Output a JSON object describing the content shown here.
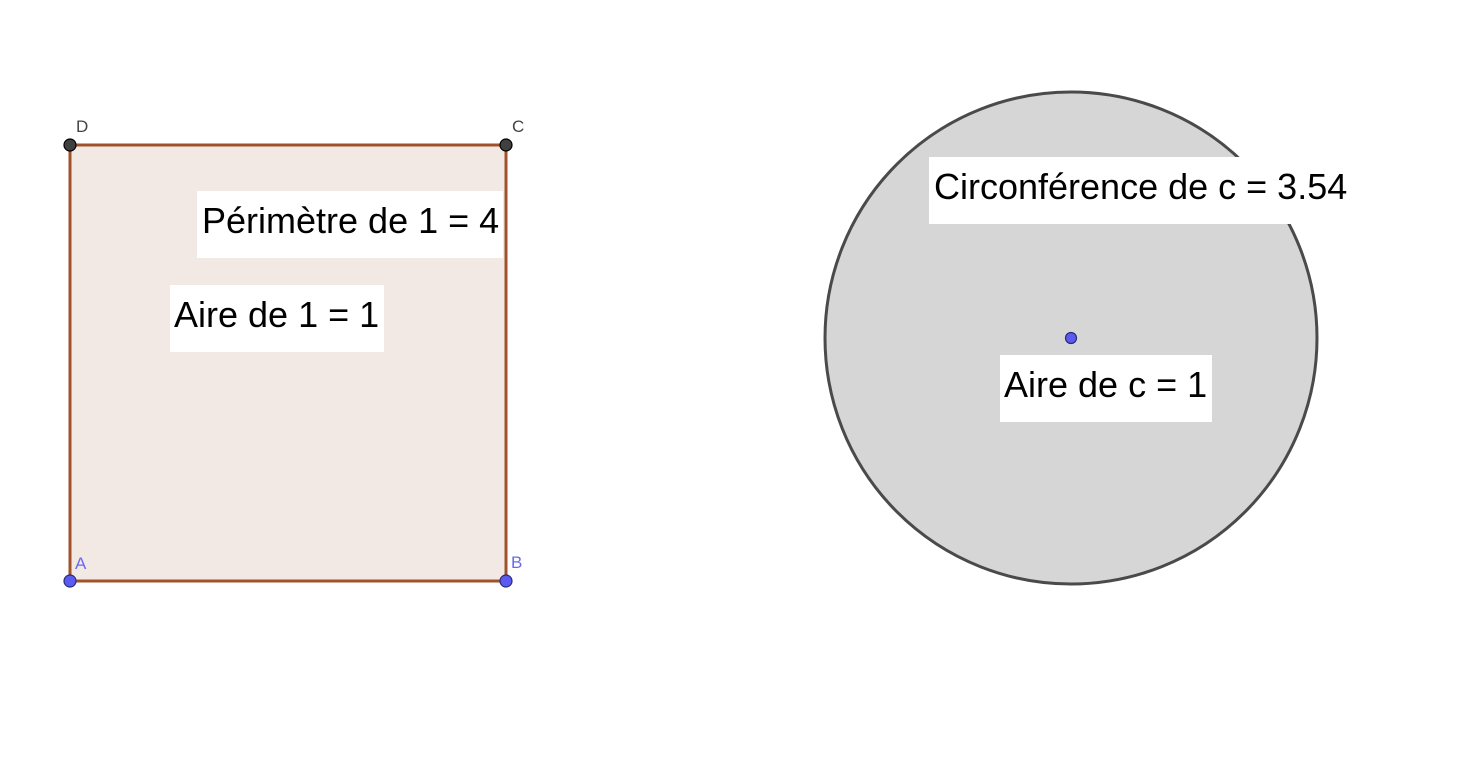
{
  "square": {
    "points": {
      "A": {
        "label": "A"
      },
      "B": {
        "label": "B"
      },
      "C": {
        "label": "C"
      },
      "D": {
        "label": "D"
      }
    },
    "perimeter_text": "Périmètre de 1 = 4",
    "area_text": "Aire de 1 = 1",
    "colors": {
      "stroke": "#a0522d",
      "fill": "#f3e9e4",
      "free_point": "#5b5bf2",
      "fixed_point": "#404040"
    }
  },
  "circle": {
    "circumference_text": "Circonférence de c = 3.54",
    "area_text": "Aire de c = 1",
    "colors": {
      "stroke": "#4a4a4a",
      "fill": "#d6d6d6",
      "center_point": "#5b5bf2"
    }
  }
}
